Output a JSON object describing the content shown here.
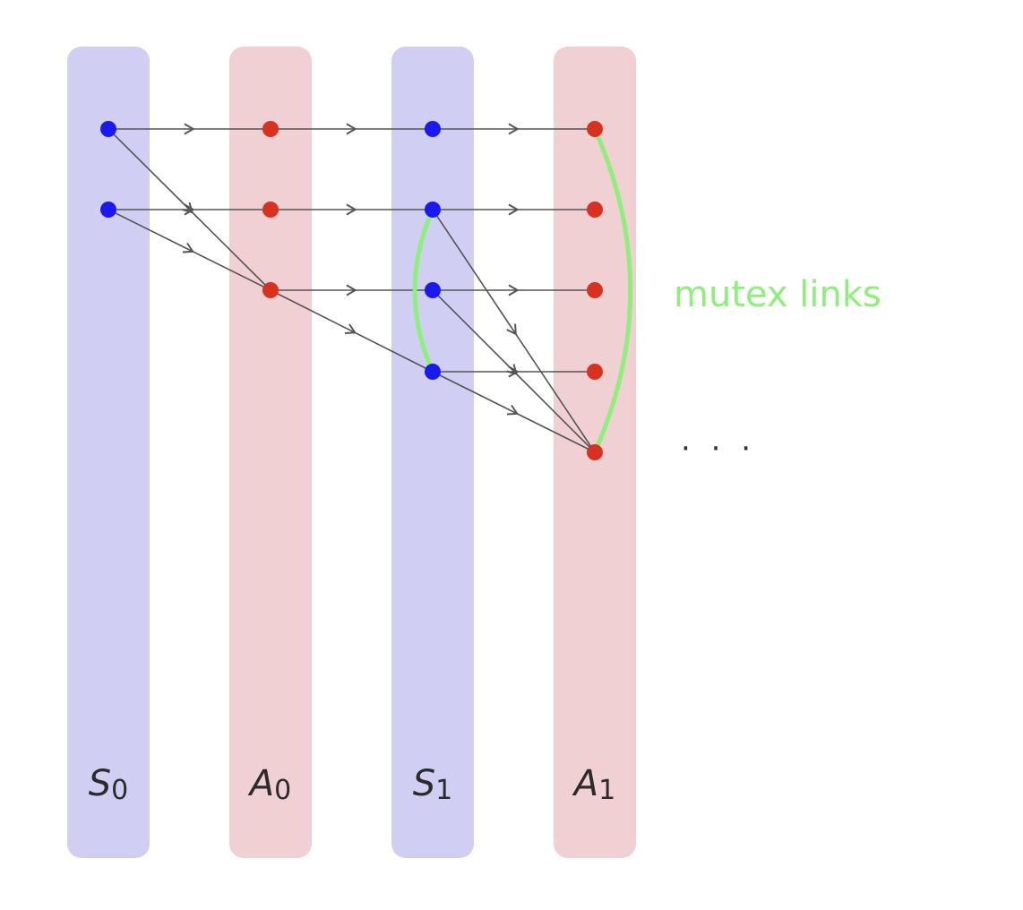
{
  "colors": {
    "state_layer_fill": "#d0cff3",
    "action_layer_fill": "#f1d0d4",
    "state_node": "#1a1aee",
    "action_node": "#d8311f",
    "edge": "#555555",
    "mutex_link": "#8ef07a"
  },
  "layers": [
    {
      "id": "S0",
      "kind": "state",
      "label": "S",
      "subscript": "0"
    },
    {
      "id": "A0",
      "kind": "action",
      "label": "A",
      "subscript": "0"
    },
    {
      "id": "S1",
      "kind": "state",
      "label": "S",
      "subscript": "1"
    },
    {
      "id": "A1",
      "kind": "action",
      "label": "A",
      "subscript": "1"
    }
  ],
  "nodes": [
    {
      "id": "s0a",
      "layer": 0,
      "row": 0
    },
    {
      "id": "s0b",
      "layer": 0,
      "row": 1
    },
    {
      "id": "a0a",
      "layer": 1,
      "row": 0
    },
    {
      "id": "a0b",
      "layer": 1,
      "row": 1
    },
    {
      "id": "a0c",
      "layer": 1,
      "row": 2
    },
    {
      "id": "s1a",
      "layer": 2,
      "row": 0
    },
    {
      "id": "s1b",
      "layer": 2,
      "row": 1
    },
    {
      "id": "s1c",
      "layer": 2,
      "row": 2
    },
    {
      "id": "s1d",
      "layer": 2,
      "row": 3
    },
    {
      "id": "a1a",
      "layer": 3,
      "row": 0
    },
    {
      "id": "a1b",
      "layer": 3,
      "row": 1
    },
    {
      "id": "a1c",
      "layer": 3,
      "row": 2
    },
    {
      "id": "a1d",
      "layer": 3,
      "row": 3
    },
    {
      "id": "a1e",
      "layer": 3,
      "row": 4
    }
  ],
  "edges": [
    [
      "s0a",
      "a0a"
    ],
    [
      "s0a",
      "a0c"
    ],
    [
      "s0b",
      "a0b"
    ],
    [
      "s0b",
      "a0c"
    ],
    [
      "a0a",
      "s1a"
    ],
    [
      "a0b",
      "s1b"
    ],
    [
      "a0c",
      "s1c"
    ],
    [
      "a0c",
      "s1d"
    ],
    [
      "s1a",
      "a1a"
    ],
    [
      "s1b",
      "a1b"
    ],
    [
      "s1b",
      "a1e"
    ],
    [
      "s1c",
      "a1c"
    ],
    [
      "s1c",
      "a1e"
    ],
    [
      "s1d",
      "a1d"
    ],
    [
      "s1d",
      "a1e"
    ]
  ],
  "mutex_links": [
    {
      "from": "s1b",
      "to": "s1d",
      "bend": 1
    },
    {
      "from": "a1a",
      "to": "a1e",
      "bend": -1
    }
  ],
  "annotation": "mutex links",
  "continuation": "· · ·"
}
